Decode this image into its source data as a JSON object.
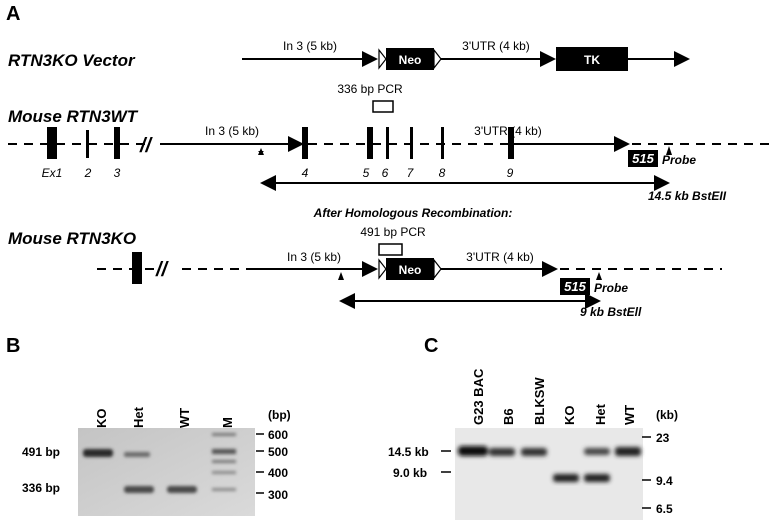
{
  "panels": {
    "a": "A",
    "b": "B",
    "c": "C"
  },
  "panel_a": {
    "vector_title": "RTN3KO Vector",
    "wt_title": "Mouse RTN3WT",
    "ko_title": "Mouse RTN3KO",
    "recomb_title": "After Homologous Recombination:",
    "in3_label": "In 3 (5 kb)",
    "utr_label": "3'UTR (4 kb)",
    "neo_label": "Neo",
    "tk_label": "TK",
    "pcr_wt": "336 bp PCR",
    "pcr_ko": "491 bp PCR",
    "probe_label": "Probe",
    "probe_num": "515",
    "bstwt": "14.5 kb BstEII",
    "bstko": "9 kb BstEll",
    "exons": [
      "Ex1",
      "2",
      "3",
      "4",
      "5",
      "6",
      "7",
      "8",
      "9"
    ]
  },
  "panel_b": {
    "lanes": [
      "KO",
      "Het",
      "WT",
      "M"
    ],
    "unit": "(bp)",
    "markers": [
      "600",
      "500",
      "400",
      "300"
    ],
    "bands": [
      "491 bp",
      "336 bp"
    ]
  },
  "panel_c": {
    "lanes": [
      "G23 BAC",
      "B6",
      "BLKSW",
      "KO",
      "Het",
      "WT"
    ],
    "unit": "(kb)",
    "markers": [
      "23",
      "9.4",
      "6.5"
    ],
    "bands": [
      "14.5 kb",
      "9.0 kb"
    ]
  }
}
